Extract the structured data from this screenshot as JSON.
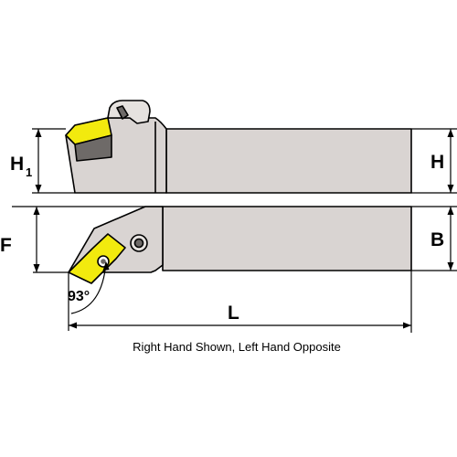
{
  "labels": {
    "h1_main": "H",
    "h1_sub": "1",
    "h": "H",
    "f": "F",
    "b": "B",
    "angle": "93°",
    "l": "L"
  },
  "caption": "Right Hand Shown,  Left Hand Opposite",
  "colors": {
    "body": "#d9d4d2",
    "insert": "#f2ea0e",
    "outline": "#000000",
    "clamp": "#e6e2df",
    "shadow": "#b9b4b1"
  }
}
